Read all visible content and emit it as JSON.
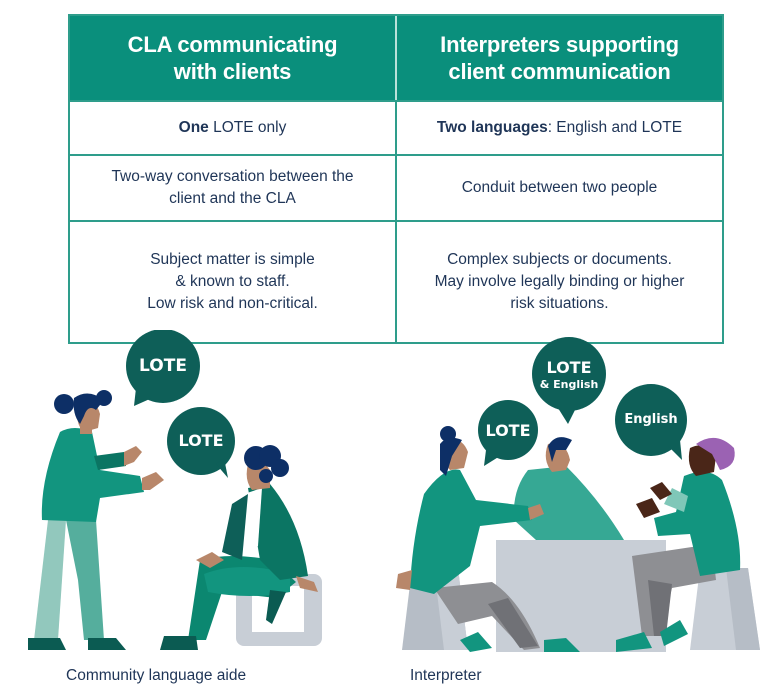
{
  "table": {
    "headers": [
      "CLA communicating with clients",
      "Interpreters supporting client communication"
    ],
    "header_lines": [
      [
        "CLA communicating",
        "with clients"
      ],
      [
        "Interpreters supporting",
        "client communication"
      ]
    ],
    "rows": [
      {
        "left": {
          "bold": "One",
          "rest": " LOTE only"
        },
        "right": {
          "bold": "Two languages",
          "rest": ": English and LOTE"
        }
      },
      {
        "left_lines": [
          "Two-way conversation between the",
          "client and the CLA"
        ],
        "right_lines": [
          "Conduit between two people"
        ]
      },
      {
        "left_lines": [
          "Subject matter is simple",
          "& known to staff.",
          "Low risk and non-critical."
        ],
        "right_lines": [
          "Complex subjects or documents.",
          "May involve legally binding or higher",
          "risk situations."
        ]
      }
    ]
  },
  "illustrations": {
    "left_scene": {
      "bubbles": [
        {
          "text": "LOTE"
        },
        {
          "text": "LOTE"
        }
      ],
      "caption": "Community language aide"
    },
    "right_scene": {
      "bubbles": [
        {
          "text": "LOTE"
        },
        {
          "text": "LOTE",
          "subtext": "& English"
        },
        {
          "text": "English"
        }
      ],
      "caption": "Interpreter"
    }
  },
  "colors": {
    "header_bg": "#0a8f7c",
    "border": "#2e9d8b",
    "text": "#1f3557",
    "bubble": "#0e5f58",
    "shirt_green": "#12957f",
    "dark_green": "#0b7563",
    "hair_navy": "#0d2f66",
    "skin_tan": "#b8876a",
    "skin_dark": "#4a2618",
    "pants_gray": "#8e8f93",
    "furniture_gray": "#c8ced6",
    "headscarf_purple": "#9b62b3"
  }
}
